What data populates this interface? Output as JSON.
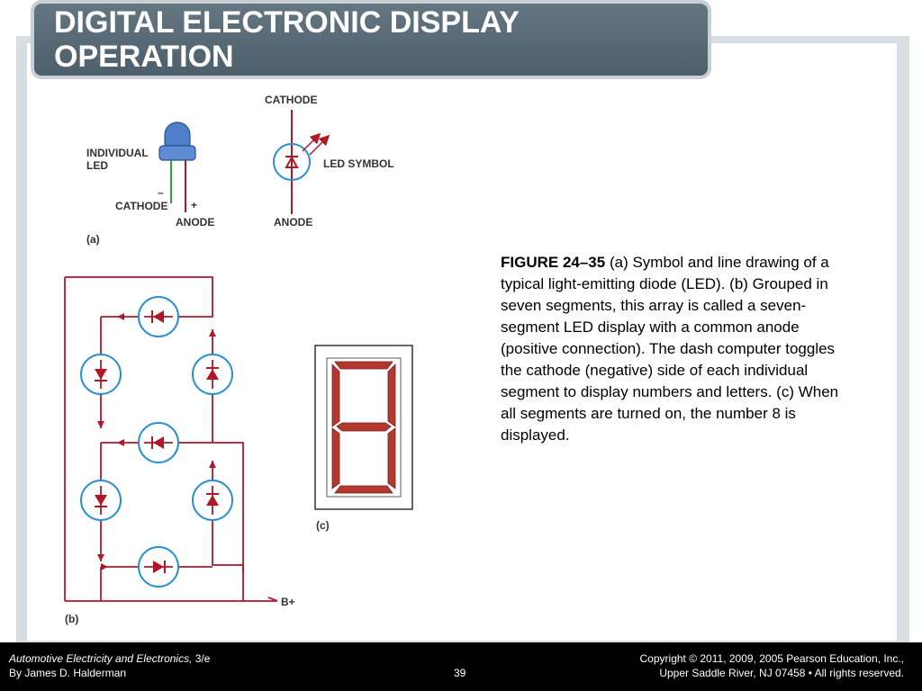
{
  "title": {
    "line1": "DIGITAL ELECTRONIC DISPLAY",
    "line2": "OPERATION"
  },
  "figure_a": {
    "individual_led_line1": "INDIVIDUAL",
    "individual_led_line2": "LED",
    "minus": "–",
    "plus": "+",
    "cathode_left": "CATHODE",
    "anode_left": "ANODE",
    "cathode_top": "CATHODE",
    "led_symbol": "LED SYMBOL",
    "anode_right": "ANODE",
    "panel_label": "(a)"
  },
  "figure_b": {
    "bplus": "B+",
    "panel_label": "(b)"
  },
  "figure_c": {
    "panel_label": "(c)"
  },
  "caption": {
    "figure_number": "FIGURE 24–35",
    "text": " (a) Symbol and line drawing of a typical light-emitting diode (LED). (b) Grouped in seven segments, this array is called a seven-segment LED display with a common anode (positive connection). The dash computer toggles the cathode (negative) side of each individual segment to display numbers and letters. (c) When all segments are turned on, the number 8 is displayed."
  },
  "footer": {
    "book_title": "Automotive Electricity and Electronics,",
    "edition": " 3/e",
    "author": "By James D. Halderman",
    "page": "39",
    "copyright_line1": "Copyright © 2011, 2009, 2005 Pearson Education, Inc.,",
    "copyright_line2": "Upper Saddle River, NJ 07458 • All rights reserved."
  },
  "colors": {
    "title_bar": "#55677 3",
    "wire": "#b0182a",
    "circle": "#2a8fcf",
    "segment_fill": "#b3392f",
    "led_blue": "#4f7fc9"
  }
}
